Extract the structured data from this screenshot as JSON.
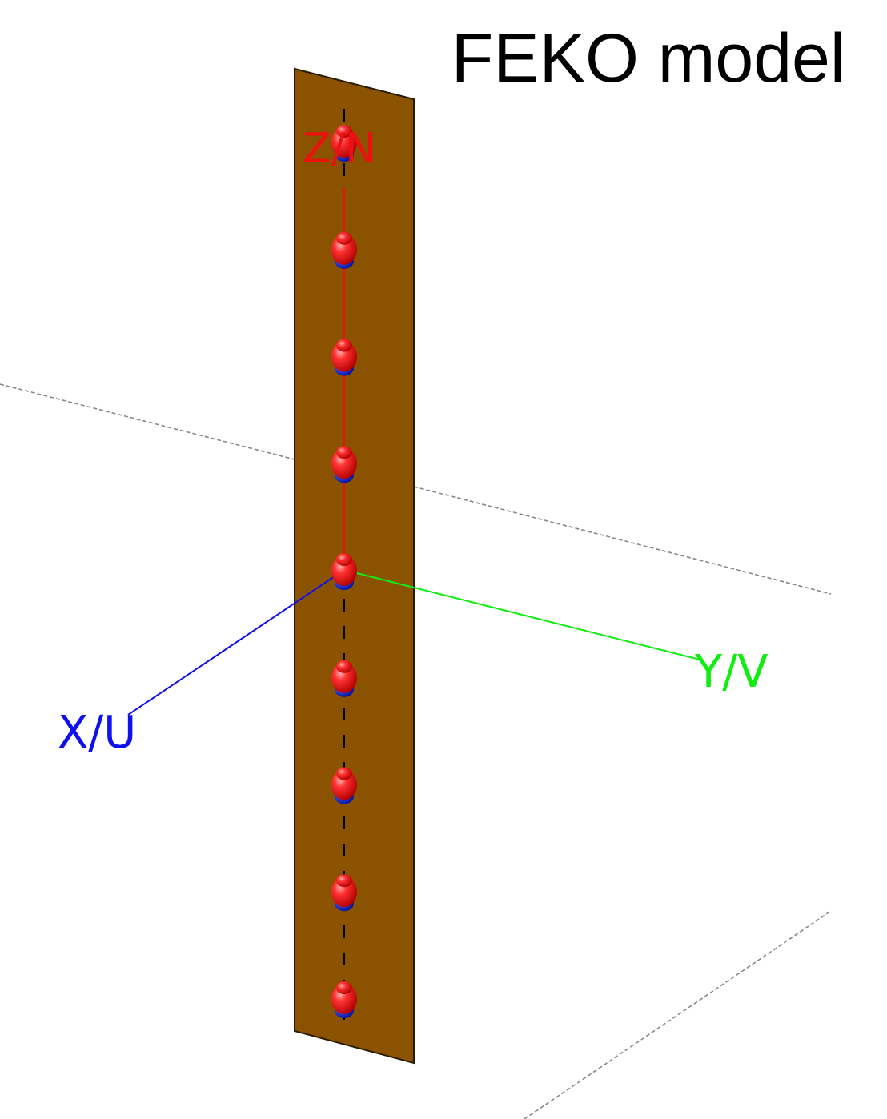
{
  "title": "FEKO model",
  "axes": {
    "x": {
      "label": "X/U",
      "color": "#1010ee"
    },
    "y": {
      "label": "Y/V",
      "color": "#10ee10"
    },
    "z": {
      "label": "Z/N",
      "color": "#ee1010"
    }
  },
  "plate": {
    "color": "#8b5300",
    "edge_color": "#2a1a00"
  },
  "dipole_elements": {
    "count": 9,
    "top_color": "#ff2020",
    "bottom_color": "#1030d0"
  },
  "ground_plane": {
    "line_color": "#888888",
    "style": "dashed"
  }
}
